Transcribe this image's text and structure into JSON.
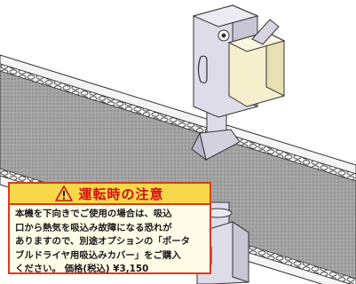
{
  "caution": {
    "title": "運転時の注意",
    "body_lines": [
      "本機を下向きでご使用の場合は、吸込",
      "口から熱気を吸込み故障になる恐れが",
      "ありますので、別途オプションの「ポータ",
      "ブルドライヤ用吸込みカバー」をご購入"
    ],
    "last_line_left": "ください。",
    "price_label": "価格(税込)",
    "price_value": "¥3,150"
  },
  "colors": {
    "warning_red": "#d10f0f",
    "header_yellow": "#f6d84a",
    "pipe_gray": "#dedce8",
    "box_cream": "#f6efcc",
    "belt_gray": "#9c9c9c"
  }
}
